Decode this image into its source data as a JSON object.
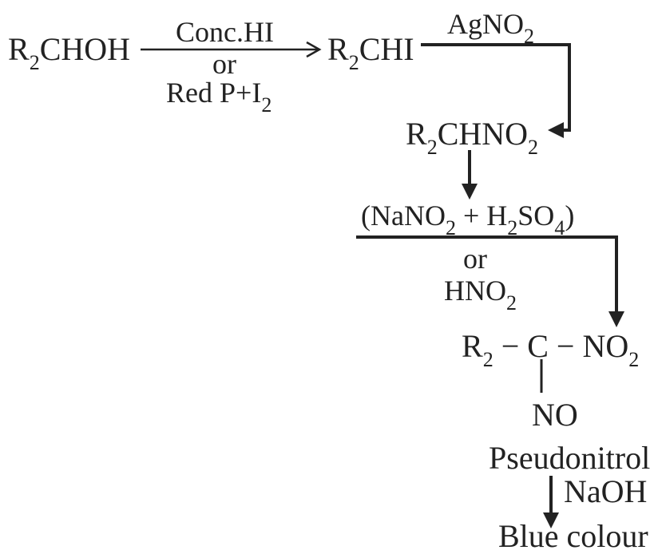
{
  "reaction": {
    "alcohol": {
      "main": "R",
      "sub": "2",
      "rest": "CHOH"
    },
    "step1_reagent_top": "Conc.HI",
    "step1_or": "or",
    "step1_reagent_bottom": {
      "main": "Red P+I",
      "sub": "2"
    },
    "iodide": {
      "main": "R",
      "sub": "2",
      "rest": "CHI"
    },
    "step2_reagent": {
      "main": "AgNO",
      "sub": "2"
    },
    "nitroalkane": {
      "main": "R",
      "sub": "2",
      "mid": "CHNO",
      "sub2": "2"
    },
    "step3_reagent": {
      "open": "(NaNO",
      "s1": "2",
      "plus": " + H",
      "s2": "2",
      "so": "SO",
      "s3": "4",
      "close": ")"
    },
    "step3_or": "or",
    "step3_alt": {
      "main": "HNO",
      "sub": "2"
    },
    "product": {
      "r": "R",
      "rsub": "2",
      "mid": " − C − NO",
      "no2sub": "2"
    },
    "product_no": "NO",
    "product_name": "Pseudonitrol",
    "step4_reagent": "NaOH",
    "result": "Blue colour"
  },
  "colors": {
    "ink": "#222222"
  }
}
